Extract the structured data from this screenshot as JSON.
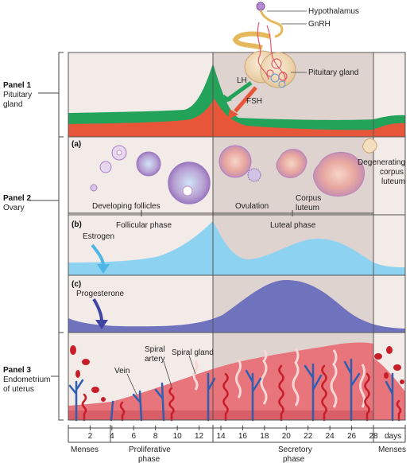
{
  "colors": {
    "panel_bg": "#f3ebe8",
    "luteal_bg": "#d8cbc7",
    "lh_green": "#23a35a",
    "fsh_orange": "#e8563a",
    "estrogen_blue": "#8dd3f1",
    "progesterone_purple": "#6f72bd",
    "endometrium": "#e8747c",
    "vessel_red": "#c81e2a",
    "vein_blue": "#2f5fb0"
  },
  "top_labels": {
    "hypothalamus": "Hypothalamus",
    "gnrh": "GnRH",
    "pituitary_gland": "Pituitary gland",
    "lh": "LH",
    "fsh": "FSH"
  },
  "panels": {
    "panel1": {
      "title": "Panel 1",
      "subtitle": [
        "Pituitary",
        "gland"
      ]
    },
    "panel2": {
      "title": "Panel 2",
      "subtitle": [
        "Ovary"
      ]
    },
    "panel3": {
      "title": "Panel 3",
      "subtitle": [
        "Endometrium",
        "of uterus"
      ]
    }
  },
  "ovary": {
    "section_a": "(a)",
    "developing_follicles": "Developing follicles",
    "ovulation": "Ovulation",
    "corpus_luteum": [
      "Corpus",
      "luteum"
    ],
    "degenerating_corpus_luteum": [
      "Degenerating",
      "corpus",
      "luteum"
    ],
    "follicular_phase": "Follicular phase",
    "luteal_phase": "Luteal phase"
  },
  "hormones": {
    "section_b": "(b)",
    "estrogen": "Estrogen",
    "section_c": "(c)",
    "progesterone": "Progesterone"
  },
  "endometrium": {
    "vein": "Vein",
    "spiral_artery": [
      "Spiral",
      "artery"
    ],
    "spiral_gland": "Spiral gland"
  },
  "axis": {
    "ticks": [
      "2",
      "4",
      "6",
      "8",
      "10",
      "12",
      "14",
      "16",
      "18",
      "20",
      "22",
      "24",
      "26",
      "28"
    ],
    "unit": "days"
  },
  "phases": {
    "menses_start": "Menses",
    "proliferative": [
      "Proliferative",
      "phase"
    ],
    "secretory": [
      "Secretory",
      "phase"
    ],
    "menses_end": "Menses"
  }
}
